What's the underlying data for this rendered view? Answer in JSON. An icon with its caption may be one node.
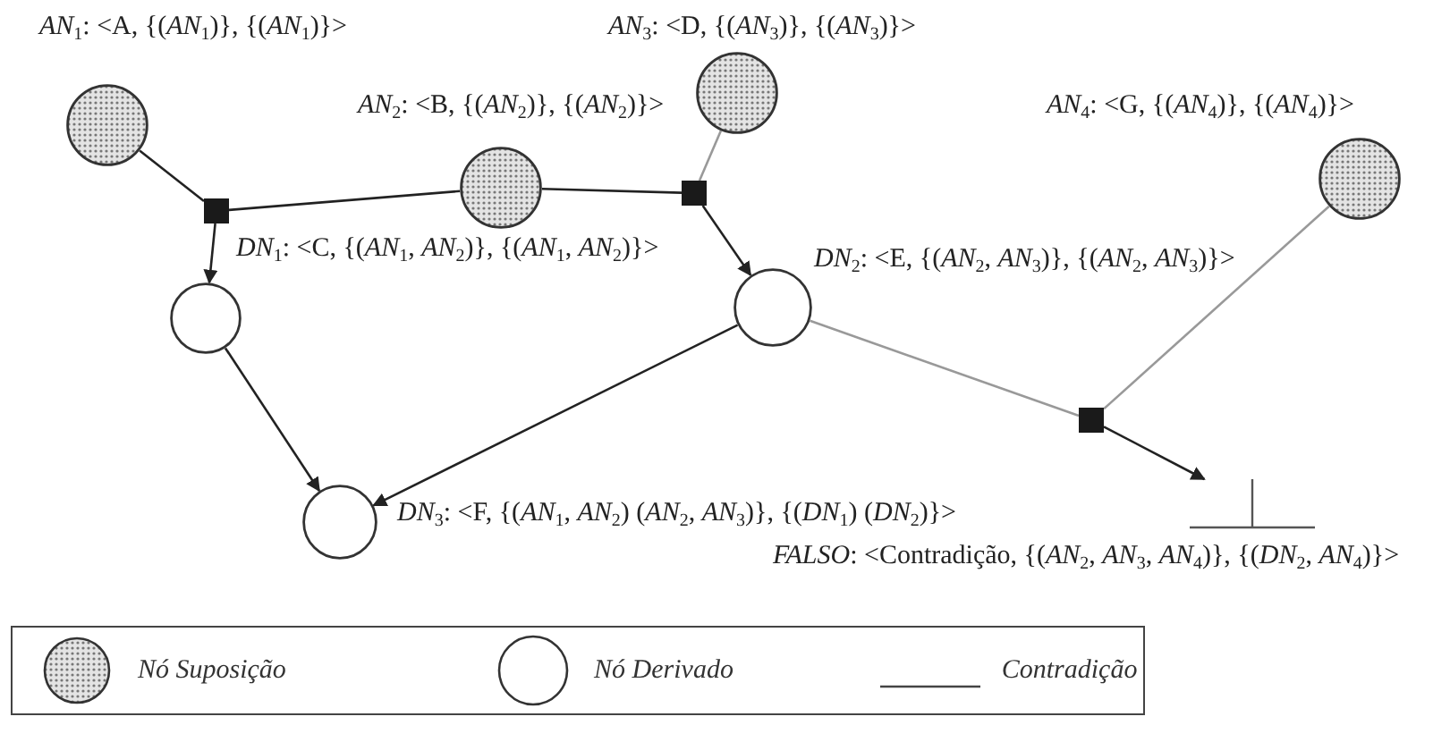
{
  "diagram": {
    "nodes": [
      {
        "text": [],
        "shape": "circle",
        "beside": [
          "*AN*$_{1}$: <A, {(*AN*$_{1}$)}, {(*AN*$_{1}$)}>"
        ]
      },
      {
        "text": [],
        "shape": "circle",
        "beside": [
          "*AN*$_{3}$: <D, {(*AN*$_{3}$)}, {(*AN*$_{3}$)}>"
        ]
      },
      {
        "text": [],
        "shape": "circle",
        "beside": [
          "*AN*$_{2}$: <B, {(*AN*$_{2}$)}, {(*AN*$_{2}$)}>"
        ]
      },
      {
        "text": [],
        "shape": "circle",
        "beside": [
          "*AN*$_{4}$: <G, {(*AN*$_{4}$)}, {(*AN*$_{4}$)}>"
        ]
      },
      {
        "text": [],
        "shape": "box"
      },
      {
        "text": [],
        "shape": "box"
      },
      {
        "text": [],
        "shape": "circle",
        "beside": [
          "*DN*$_{1}$: <C, {(*AN*$_{1}$, *AN*$_{2}$)}, {(*AN*$_{1}$, *AN*$_{2}$)}>"
        ]
      },
      {
        "text": [],
        "shape": "circle",
        "beside": [
          "*DN*$_{2}$: <E, {(*AN*$_{2}$, *AN*$_{3}$)}, {(*AN*$_{2}$, *AN*$_{3}$)}>"
        ]
      },
      {
        "text": [],
        "shape": "circle",
        "beside": [
          "*DN*$_{3}$: <F, {(*AN*$_{1}$, *AN*$_{2}$) (*AN*$_{2}$, *AN*$_{3}$)}, {(*DN*$_{1}$) (*DN*$_{2}$)}>"
        ]
      },
      {
        "text": [],
        "shape": "box"
      },
      {
        "text": [],
        "shape": "bar",
        "beside": [
          "*FALSO*: <Contradição, {(*AN*$_{2}$, *AN*$_{3}$, *AN*$_{4}$)}, {(*DN*$_{2}$, *AN*$_{4}$)}>"
        ]
      }
    ],
    "edges": [
      {
        "from": 0,
        "to": 4,
        "arrow": "none"
      },
      {
        "from": 2,
        "to": 4,
        "arrow": "none"
      },
      {
        "from": 4,
        "to": 6,
        "arrow": "to"
      },
      {
        "from": 1,
        "to": 5,
        "arrow": "none",
        "color": "#999999"
      },
      {
        "from": 2,
        "to": 5,
        "arrow": "none"
      },
      {
        "from": 5,
        "to": 7,
        "arrow": "to"
      },
      {
        "from": 6,
        "to": 8,
        "arrow": "to"
      },
      {
        "from": 7,
        "to": 8,
        "arrow": "to"
      },
      {
        "from": 7,
        "to": 9,
        "arrow": "none",
        "color": "#999999"
      },
      {
        "from": 3,
        "to": 9,
        "arrow": "none",
        "color": "#999999"
      },
      {
        "from": 9,
        "to": 10,
        "arrow": "to"
      }
    ],
    "legend": [
      {
        "text": "Nó Suposição"
      },
      {
        "text": "Nó Derivado"
      },
      {
        "text": "Contradição"
      }
    ]
  }
}
